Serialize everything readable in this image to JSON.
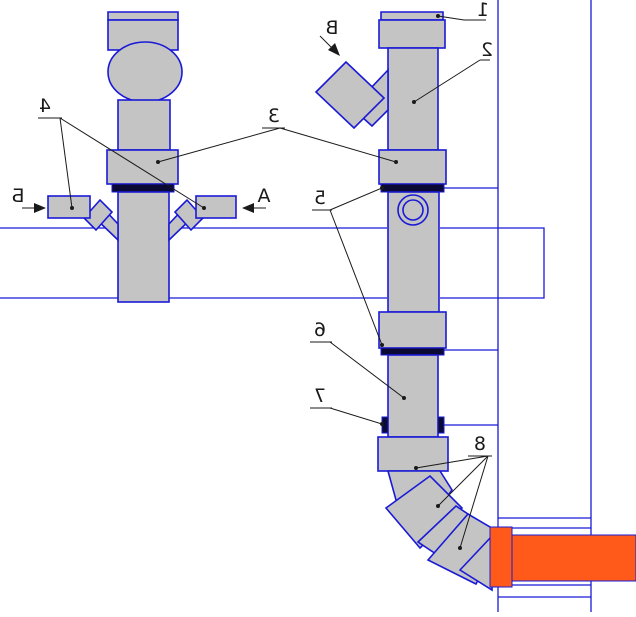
{
  "callouts": [
    "1",
    "2",
    "3",
    "4",
    "5",
    "6",
    "7",
    "8"
  ],
  "view_markers": {
    "a": "A",
    "b": "Б",
    "v": "В"
  },
  "colors": {
    "pipe_fill": "#c4c4c4",
    "outline": "#1a1ad6",
    "seal_ring": "#0a0a35",
    "outlet_pipe": "#ff5a1a"
  }
}
